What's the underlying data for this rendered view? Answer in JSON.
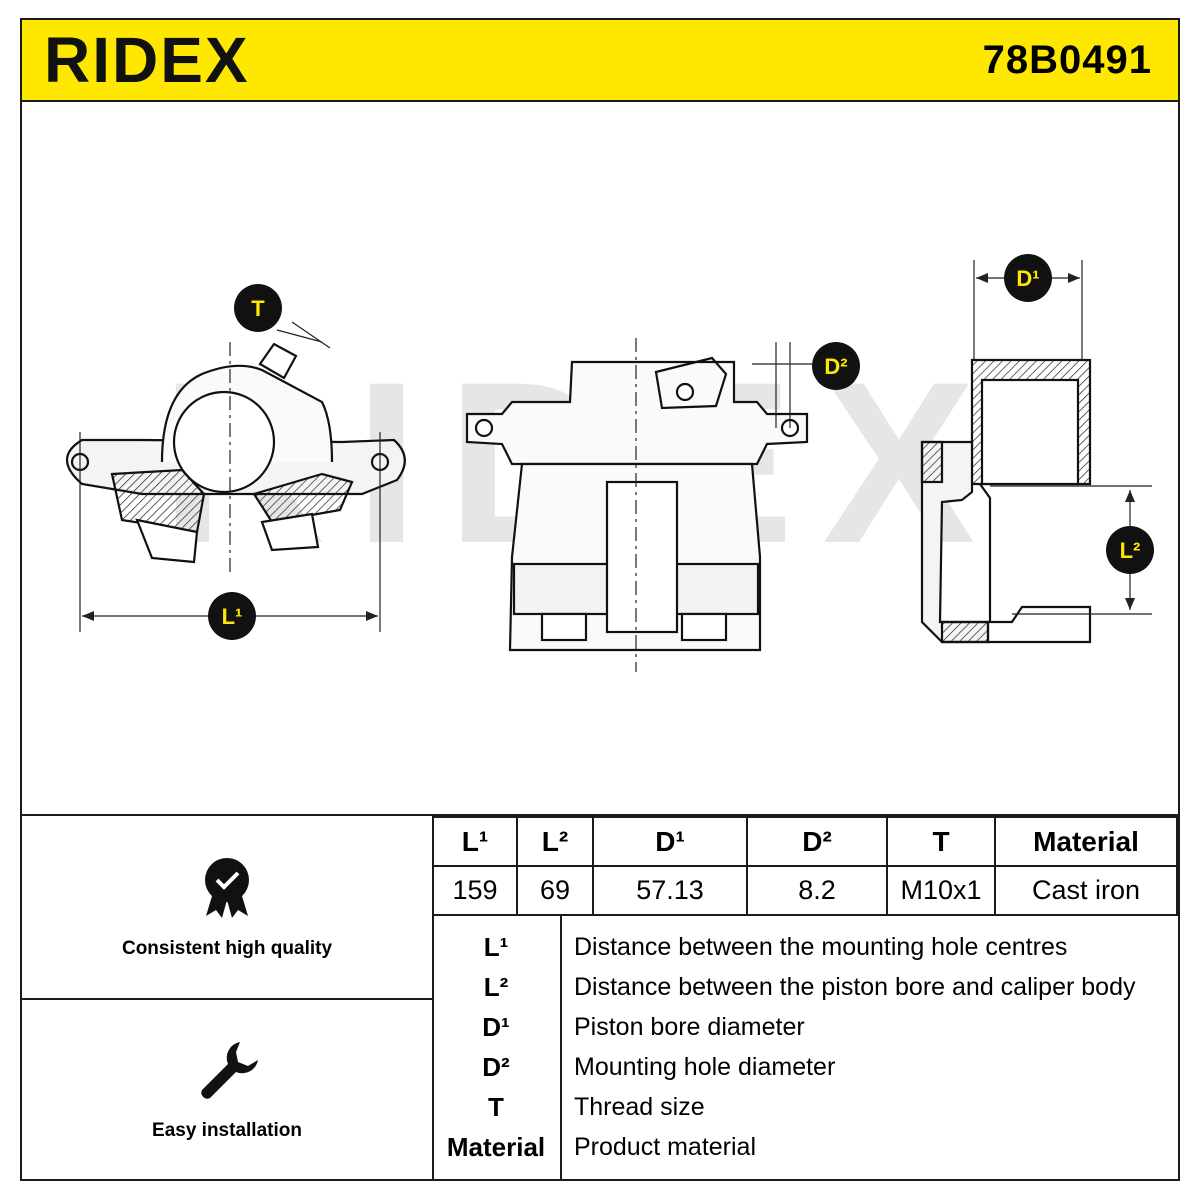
{
  "header": {
    "brand": "RIDEX",
    "part_number": "78B0491",
    "accent_color": "#ffe800"
  },
  "drawing": {
    "badges": {
      "t": "T",
      "l1": "L¹",
      "d2": "D²",
      "d1": "D¹",
      "l2": "L²"
    },
    "watermark": "RIDEX"
  },
  "features": [
    {
      "icon": "quality-badge-icon",
      "label": "Consistent high quality"
    },
    {
      "icon": "wrench-icon",
      "label": "Easy installation"
    }
  ],
  "spec_table": {
    "headers": [
      "L¹",
      "L²",
      "D¹",
      "D²",
      "T",
      "Material"
    ],
    "values": [
      "159",
      "69",
      "57.13",
      "8.2",
      "M10x1",
      "Cast iron"
    ]
  },
  "legend": [
    {
      "key": "L¹",
      "desc": "Distance between the mounting hole centres"
    },
    {
      "key": "L²",
      "desc": "Distance between the piston bore and caliper body"
    },
    {
      "key": "D¹",
      "desc": "Piston bore diameter"
    },
    {
      "key": "D²",
      "desc": "Mounting hole diameter"
    },
    {
      "key": "T",
      "desc": "Thread size"
    },
    {
      "key": "Material",
      "desc": "Product material"
    }
  ]
}
